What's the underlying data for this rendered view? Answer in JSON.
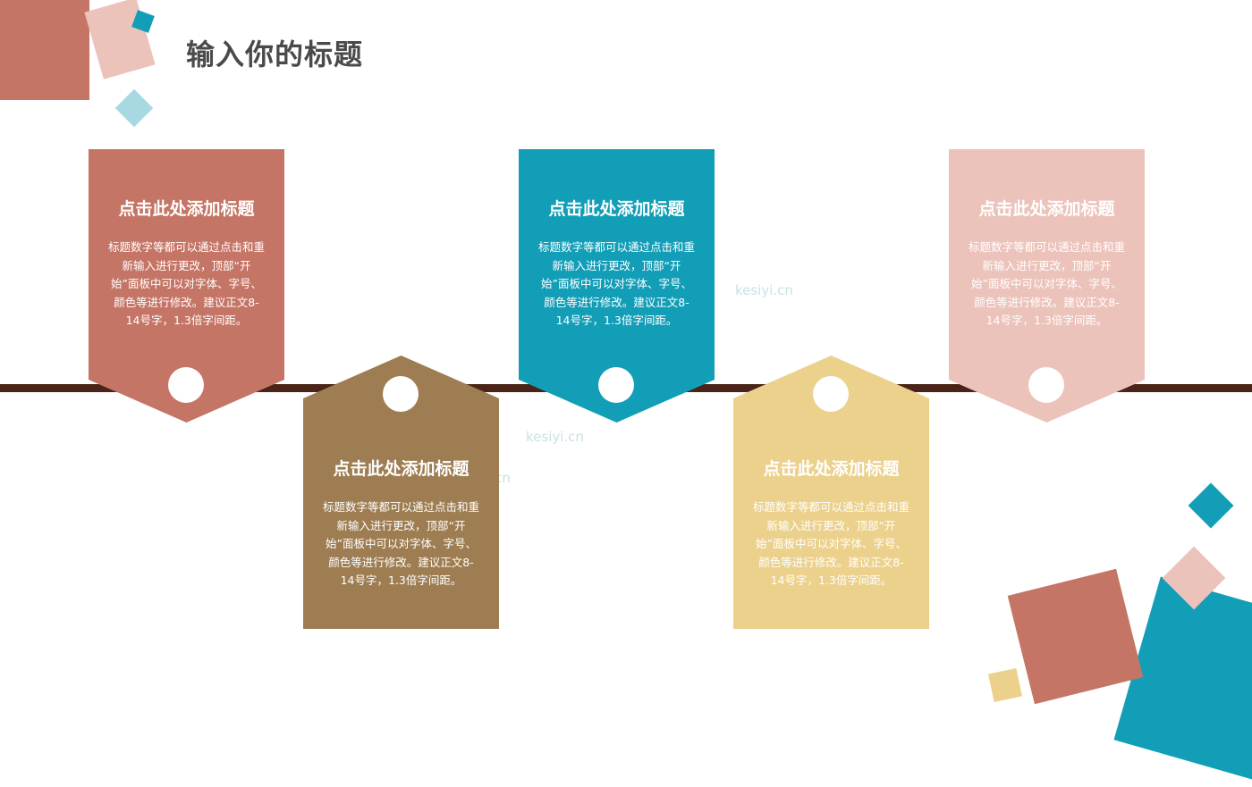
{
  "slide": {
    "title": "输入你的标题"
  },
  "colors": {
    "terracotta": "#c57565",
    "teal": "#139eb7",
    "pink": "#ecc3ba",
    "brown": "#9e7d52",
    "yellow": "#ecd18c",
    "timeline": "#4a2418"
  },
  "cards": [
    {
      "title": "点击此处添加标题",
      "body": "标题数字等都可以通过点击和重新输入进行更改，顶部“开始”面板中可以对字体、字号、颜色等进行修改。建议正文8-14号字，1.3倍字间距。"
    },
    {
      "title": "点击此处添加标题",
      "body": "标题数字等都可以通过点击和重新输入进行更改，顶部“开始”面板中可以对字体、字号、颜色等进行修改。建议正文8-14号字，1.3倍字间距。"
    },
    {
      "title": "点击此处添加标题",
      "body": "标题数字等都可以通过点击和重新输入进行更改，顶部“开始”面板中可以对字体、字号、颜色等进行修改。建议正文8-14号字，1.3倍字间距。"
    },
    {
      "title": "点击此处添加标题",
      "body": "标题数字等都可以通过点击和重新输入进行更改，顶部“开始”面板中可以对字体、字号、颜色等进行修改。建议正文8-14号字，1.3倍字间距。"
    },
    {
      "title": "点击此处添加标题",
      "body": "标题数字等都可以通过点击和重新输入进行更改，顶部“开始”面板中可以对字体、字号、颜色等进行修改。建议正文8-14号字，1.3倍字间距。"
    }
  ],
  "watermark": "kesiyi.cn"
}
